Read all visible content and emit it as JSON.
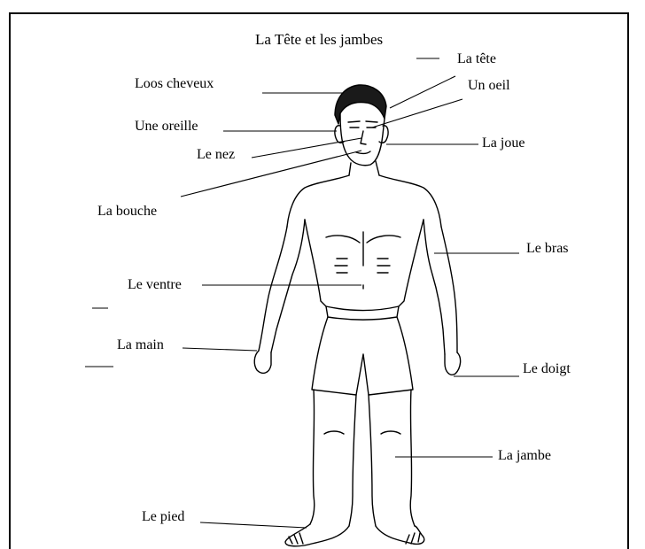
{
  "title": "La Tête et les jambes",
  "labels": {
    "hair": "Loos cheveux",
    "head": "La tête",
    "eye": "Un oeil",
    "ear": "Une oreille",
    "cheek": "La joue",
    "nose": "Le nez",
    "mouth": "La bouche",
    "arm": "Le bras",
    "belly": "Le ventre",
    "hand": "La main",
    "finger": "Le doigt",
    "leg": "La jambe",
    "foot": "Le pied"
  }
}
